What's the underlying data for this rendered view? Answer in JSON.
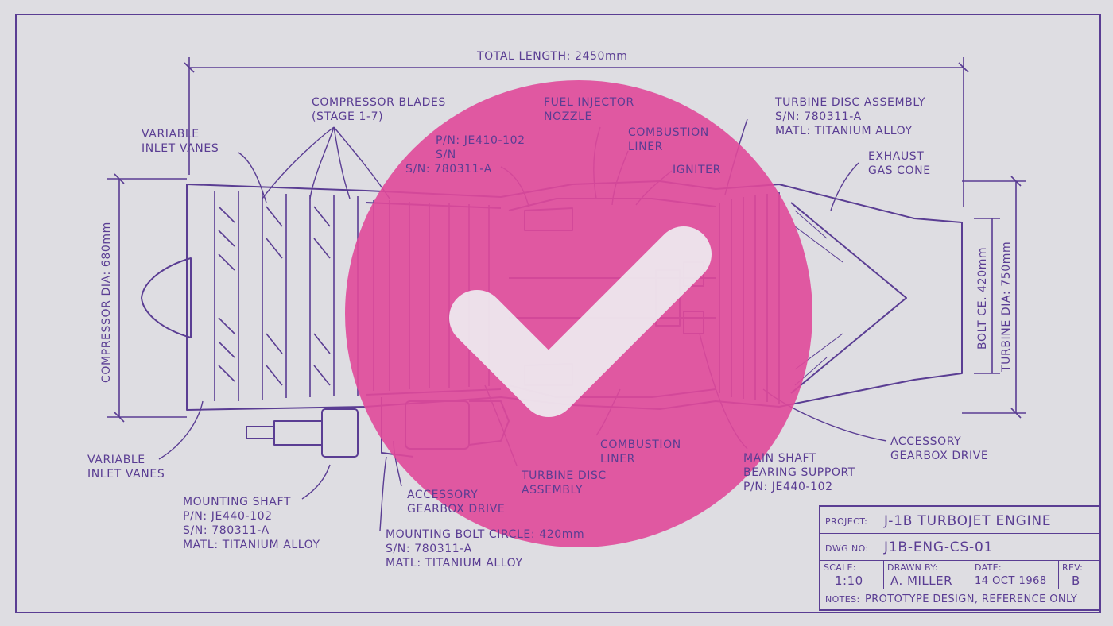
{
  "colors": {
    "ink": "#5a3d93",
    "paper": "#dedde2",
    "stamp": "#e0499a"
  },
  "icons": {
    "stamp": "check-mark-icon"
  },
  "dimensions": {
    "total_length": "TOTAL LENGTH: 2450mm",
    "compressor_dia": "COMPRESSOR DIA: 680mm",
    "bolt_ce": "BOLT CE. 420mm",
    "turbine_dia": "TURBINE DIA: 750mm"
  },
  "labels": {
    "inlet_vanes_top": [
      "VARIABLE",
      "INLET VANES"
    ],
    "compressor_blades": [
      "COMPRESSOR BLADES",
      "(STAGE 1-7)"
    ],
    "part_number": [
      "P/N: JE410-102",
      "S/N",
      "S/N: 780311-A"
    ],
    "fuel_injector": [
      "FUEL INJECTOR",
      "NOZZLE"
    ],
    "combustion_liner_top": [
      "COMBUSTION",
      "LINER"
    ],
    "igniter": [
      "IGNITER"
    ],
    "turbine_disc_top": [
      "TURBINE DISC ASSEMBLY",
      "S/N: 780311-A",
      "MATL: TITANIUM ALLOY"
    ],
    "exhaust_cone": [
      "EXHAUST",
      "GAS CONE"
    ],
    "inlet_vanes_bottom": [
      "VARIABLE",
      "INLET VANES"
    ],
    "mounting_shaft": [
      "MOUNTING SHAFT",
      "P/N: JE440-102",
      "S/N: 780311-A",
      "MATL: TITANIUM ALLOY"
    ],
    "accessory_gearbox_left": [
      "ACCESSORY",
      "GEARBOX DRIVE"
    ],
    "mounting_bolt": [
      "MOUNTING BOLT CIRCLE: 420mm",
      "S/N: 780311-A",
      "MATL: TITANIUM ALLOY"
    ],
    "turbine_disc_bottom": [
      "TURBINE DISC",
      "ASSEMBLY"
    ],
    "combustion_liner_bottom": [
      "COMBUSTION",
      "LINER"
    ],
    "main_shaft": [
      "MAIN SHAFT",
      "BEARING SUPPORT",
      "P/N: JE440-102"
    ],
    "accessory_gearbox_right": [
      "ACCESSORY",
      "GEARBOX DRIVE"
    ]
  },
  "title_block": {
    "project_label": "PROJECT:",
    "project": "J-1B TURBOJET ENGINE",
    "dwg_label": "DWG NO:",
    "dwg_no": "J1B-ENG-CS-01",
    "scale_label": "SCALE:",
    "scale": "1:10",
    "drawn_label": "DRAWN BY:",
    "drawn_by": "A. MILLER",
    "date_label": "DATE:",
    "date": "14 OCT 1968",
    "rev_label": "REV:",
    "rev": "B",
    "notes_label": "NOTES:",
    "notes": "PROTOTYPE DESIGN, REFERENCE ONLY"
  }
}
